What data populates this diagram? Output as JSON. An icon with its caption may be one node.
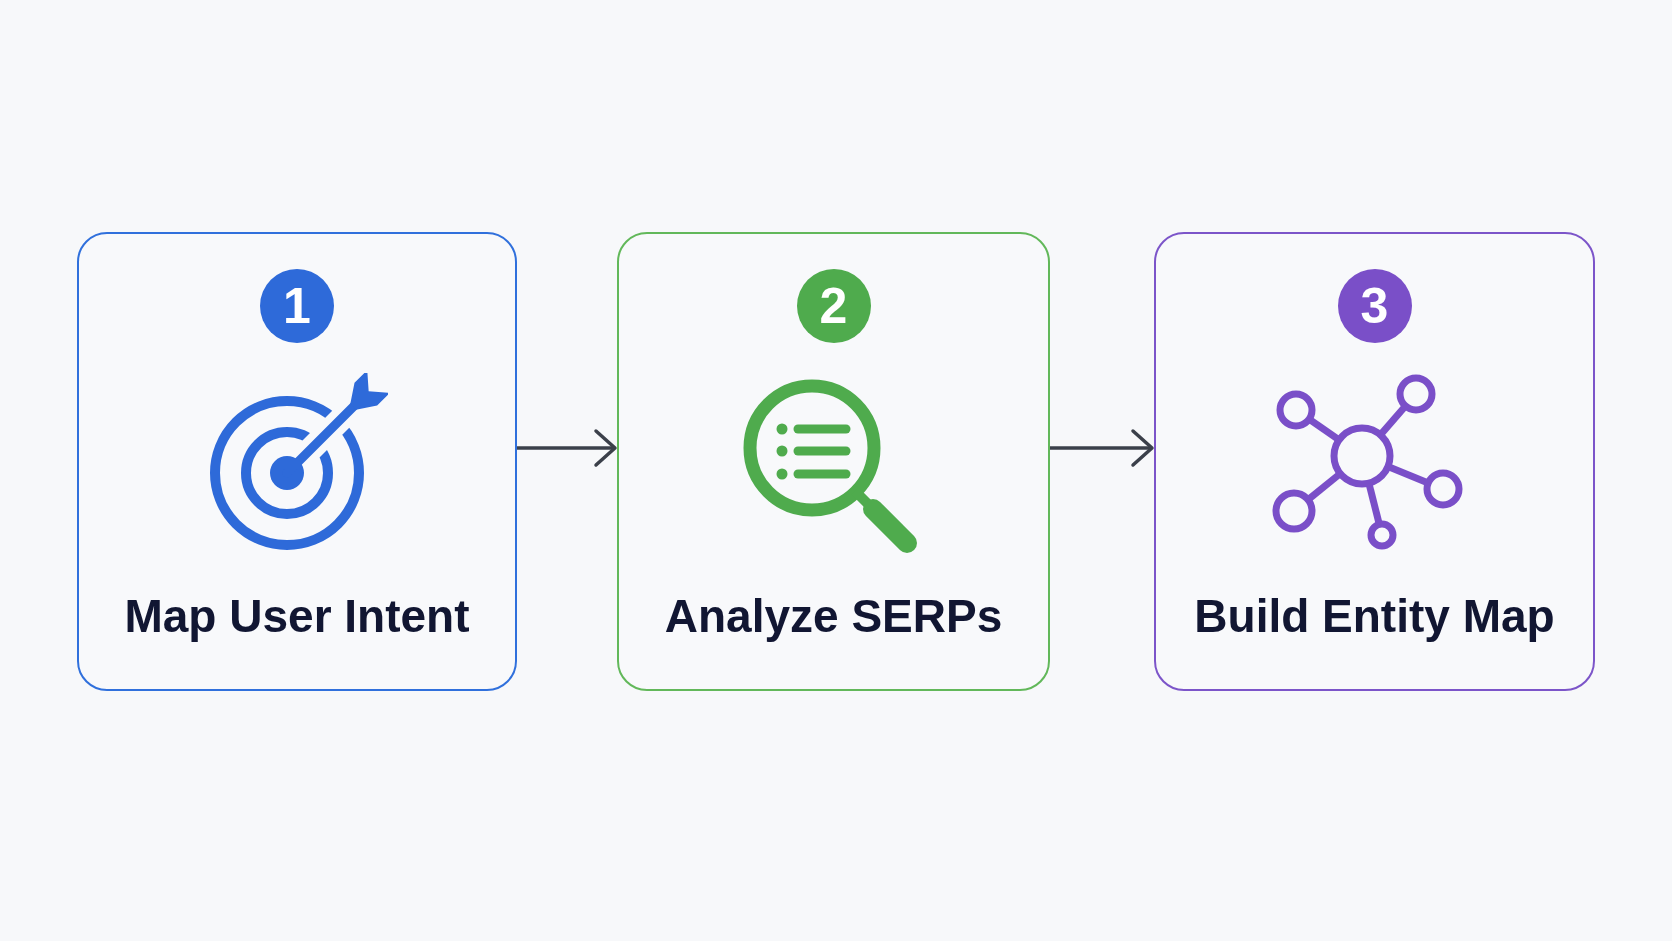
{
  "diagram": {
    "nodes": [
      {
        "text": [
          "Map User Intent"
        ]
      },
      {
        "text": [
          "1"
        ],
        "in": 0
      },
      {
        "text": [
          "Analyze SERPs"
        ]
      },
      {
        "text": [
          "2"
        ],
        "in": 2
      },
      {
        "text": [
          "Build Entity Map"
        ]
      },
      {
        "text": [
          "3"
        ],
        "in": 4
      }
    ],
    "edges": [
      {
        "from": 0,
        "to": 2,
        "arrow": "to"
      },
      {
        "from": 2,
        "to": 4,
        "arrow": "to"
      }
    ]
  }
}
